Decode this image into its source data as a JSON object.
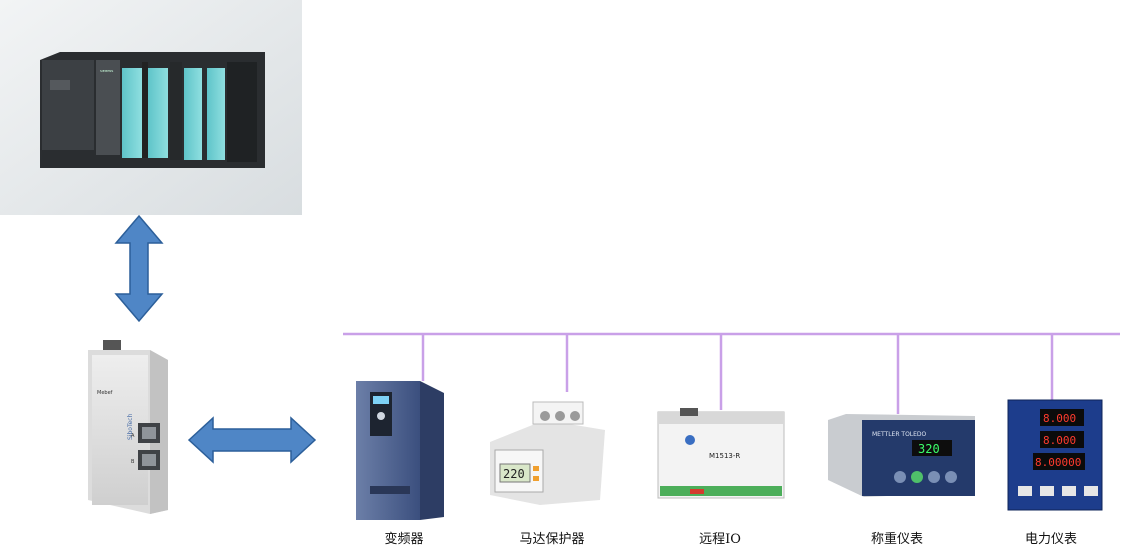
{
  "plc": {
    "brand": "SIEMENS"
  },
  "gateway": {
    "logo_text": "SiboTech",
    "model_text": "Mebef",
    "port_labels": [
      "A",
      "B"
    ]
  },
  "devices": [
    {
      "label": "变频器"
    },
    {
      "label": "马达保护器",
      "display": "220"
    },
    {
      "label": "远程IO",
      "model": "M1513-R"
    },
    {
      "label": "称重仪表",
      "brand": "METTLER TOLEDO",
      "display": "320"
    },
    {
      "label": "电力仪表",
      "display_rows": [
        "8.000",
        "8.000",
        "8.00000"
      ]
    }
  ],
  "colors": {
    "bus": "#c9a0e8",
    "arrow": "#4f86c6",
    "arrow_stroke": "#2c5f9a",
    "plc_bg": "#e9ecef"
  }
}
